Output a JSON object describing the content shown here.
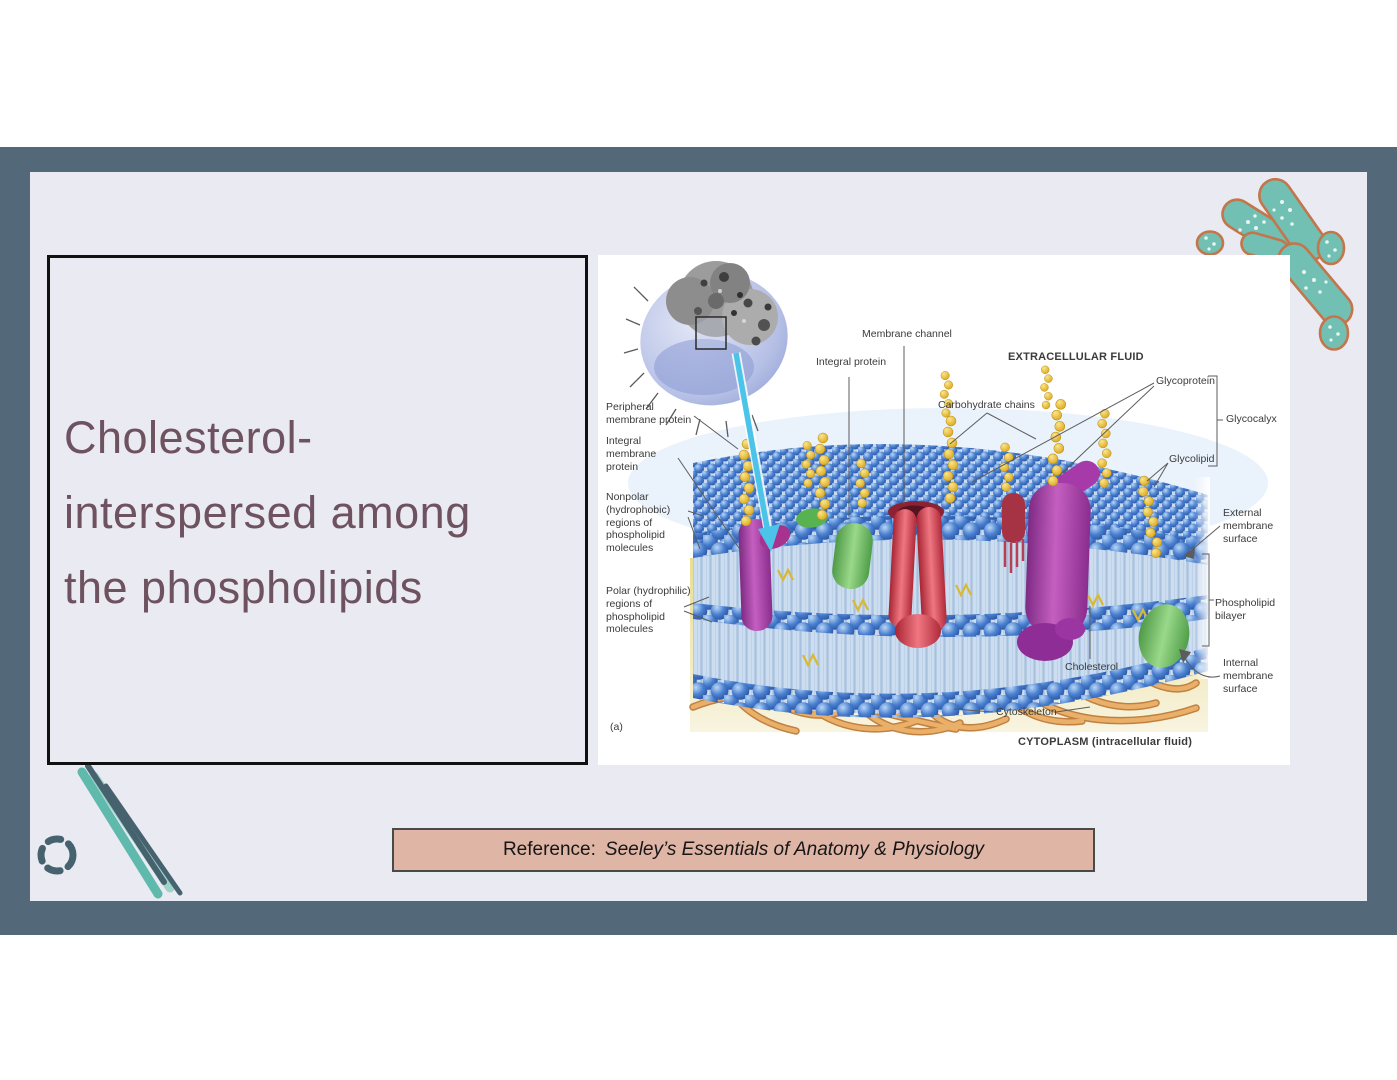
{
  "slide": {
    "title_lines": [
      "Cholesterol-",
      "interspersed among",
      "the phospholipids"
    ],
    "reference": {
      "label": "Reference:",
      "source": "Seeley’s Essentials of Anatomy & Physiology"
    }
  },
  "diagram": {
    "figure_letter": "(a)",
    "labels": {
      "peripheral": "Peripheral membrane protein",
      "integral_membrane": "Integral membrane protein",
      "nonpolar": "Nonpolar (hydrophobic) regions of phospholipid molecules",
      "polar": "Polar (hydrophilic) regions of phospholipid molecules",
      "integral_protein": "Integral protein",
      "membrane_channel": "Membrane channel",
      "extracellular_fluid": "EXTRACELLULAR FLUID",
      "carbohydrate_chains": "Carbohydrate chains",
      "glycoprotein": "Glycoprotein",
      "glycocalyx": "Glycocalyx",
      "glycolipid": "Glycolipid",
      "external_surface": "External membrane surface",
      "phospholipid_bilayer": "Phospholipid bilayer",
      "internal_surface": "Internal membrane surface",
      "cholesterol": "Cholesterol",
      "cytoskeleton": "Cytoskeleton",
      "cytoplasm": "CYTOPLASM (intracellular fluid)"
    }
  },
  "colors": {
    "band": "#536878",
    "slide_bg": "#e9eaf2",
    "title_text": "#6e5260",
    "title_border": "#111111",
    "reference_bg": "#dfb5a6",
    "reference_border": "#4a4a4a",
    "label_text": "#3b3b3b",
    "teal": "#5fb9ad",
    "teal_light": "#9ed3ca",
    "slate": "#47626f",
    "bacteria_fill": "#72bfb3",
    "bacteria_stroke": "#c3764b"
  }
}
